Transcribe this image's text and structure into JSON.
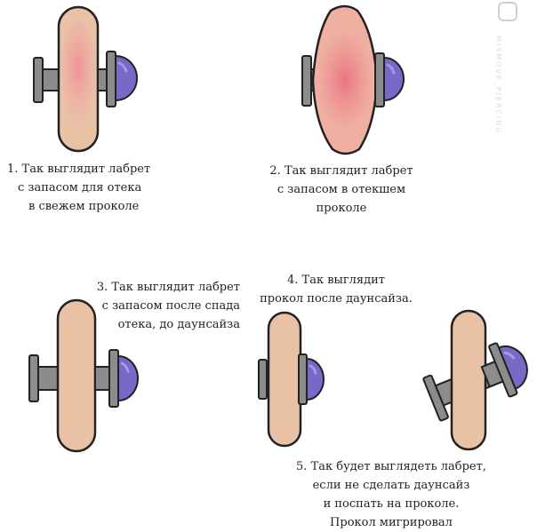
{
  "captions": {
    "c1": [
      "1. Так выглядит лабрет",
      "с запасом для отека",
      "в свежем проколе"
    ],
    "c2": [
      "2. Так выглядит лабрет",
      "с запасом в отекшем",
      "проколе"
    ],
    "c3": [
      "3. Так выглядит лабрет",
      "с запасом  после спада",
      "отека, до даунсайза"
    ],
    "c4": [
      "4. Так выглядит",
      "прокол после даунсайза."
    ],
    "c5": [
      "5. Так будет выглядеть лабрет,",
      "если не сделать даунсайз",
      "и поспать на проколе.",
      "Прокол мигрировал"
    ]
  },
  "watermark": "MISMOVE_PIERCING",
  "colors": {
    "tissue": "#e9c2a6",
    "tissue_swollen": "#eb9a94",
    "inflammation": "#f0a0a4",
    "outline": "#222222",
    "metal": "#8c8c8c",
    "metal_light": "#bdbdbd",
    "ball": "#7869c9",
    "ball_highlight": "#a499e6"
  }
}
